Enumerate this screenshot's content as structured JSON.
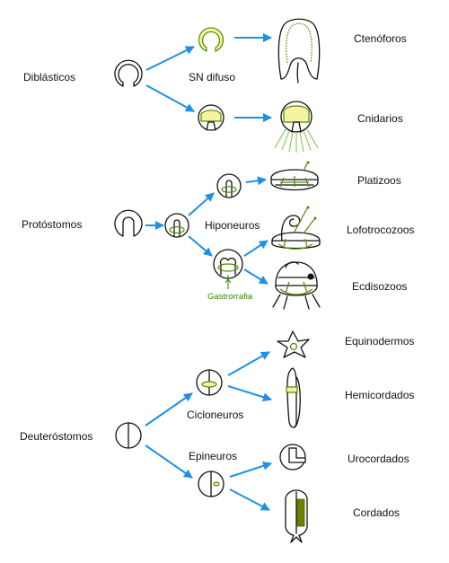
{
  "groups": {
    "diblasticos": "Diblásticos",
    "protostomos": "Protóstomos",
    "deuterostomos": "Deuteróstomos"
  },
  "nervous_systems": {
    "sn_difuso": "SN difuso",
    "hiponeuros": "Hiponeuros",
    "gastrorrafia": "Gastrorrafia",
    "cicloneuros": "Cicloneuros",
    "epineuros": "Epineuros"
  },
  "taxa": {
    "ctenoforos": "Ctenóforos",
    "cnidarios": "Cnidarios",
    "platizoos": "Platizoos",
    "lofotrocozoos": "Lofotrocozoos",
    "ecdisozoos": "Ecdisozoos",
    "equinodermos": "Equinodermos",
    "hemicordados": "Hemicordados",
    "urocordados": "Urocordados",
    "cordados": "Cordados"
  },
  "colors": {
    "arrow": "#1e90e6",
    "nerve_stroke": "#4f8a00",
    "nerve_fill": "#f6f3a2",
    "gastrorrafia_text": "#2e8b00"
  }
}
